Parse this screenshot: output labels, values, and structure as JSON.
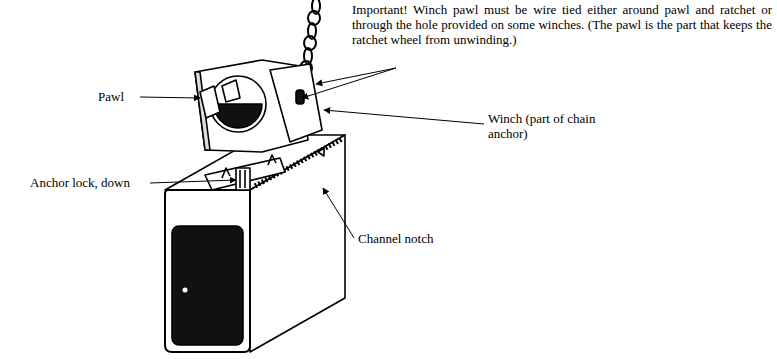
{
  "diagram": {
    "labels": [
      "Important! Winch pawl must be wire tied either around pawl and ratchet or through the hole provided on some winches. (The pawl is the part that keeps the ratchet wheel from unwinding.)",
      "Pawl",
      "Winch (part of chain anchor)",
      "Anchor lock, down",
      "Channel notch"
    ]
  }
}
